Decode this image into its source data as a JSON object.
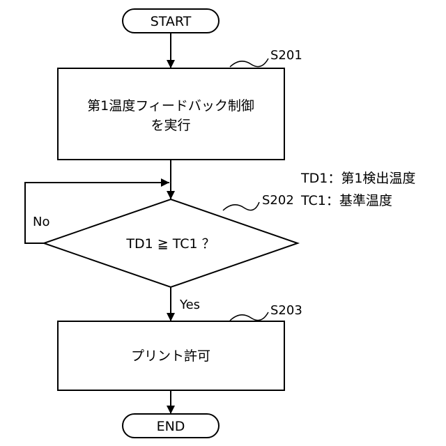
{
  "start": {
    "label": "START"
  },
  "end": {
    "label": "END"
  },
  "steps": [
    {
      "id": "S201",
      "lines": [
        "第1温度フィードバック制御",
        "を実行"
      ]
    },
    {
      "id": "S202",
      "condition": "TD1 ≧ TC1 ？",
      "yes_label": "Yes",
      "no_label": "No"
    },
    {
      "id": "S203",
      "lines": [
        "プリント許可"
      ]
    }
  ],
  "legend": [
    "TD1：第1検出温度",
    "TC1：基準温度"
  ]
}
